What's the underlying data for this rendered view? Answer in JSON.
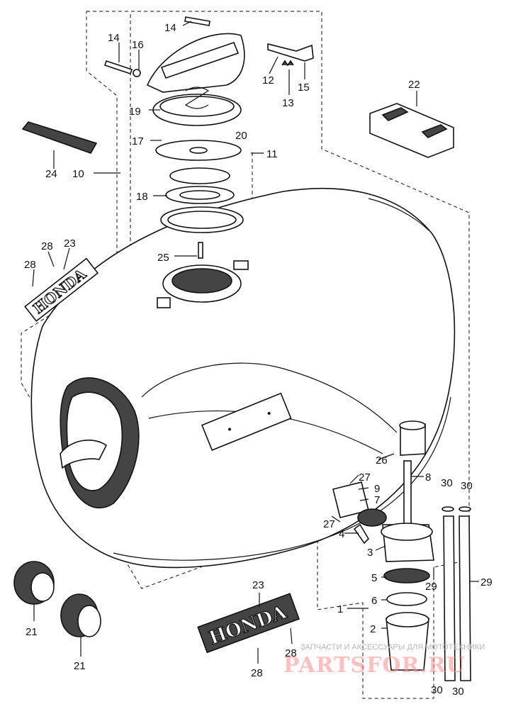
{
  "diagram": {
    "callouts": [
      "1",
      "2",
      "3",
      "4",
      "5",
      "6",
      "7",
      "8",
      "9",
      "10",
      "11",
      "12",
      "13",
      "14",
      "14",
      "15",
      "16",
      "17",
      "18",
      "19",
      "20",
      "21",
      "21",
      "22",
      "23",
      "23",
      "24",
      "25",
      "26",
      "27",
      "27",
      "28",
      "28",
      "28",
      "28",
      "29",
      "29",
      "30",
      "30",
      "30",
      "30"
    ]
  },
  "emblem": {
    "text": "HONDA"
  },
  "watermark": {
    "caption": "ЗАПЧАСТИ И АКСЕССУАРЫ ДЛЯ МОТОТЕХНИКИ",
    "brand": "PARTSFOR.RU"
  }
}
